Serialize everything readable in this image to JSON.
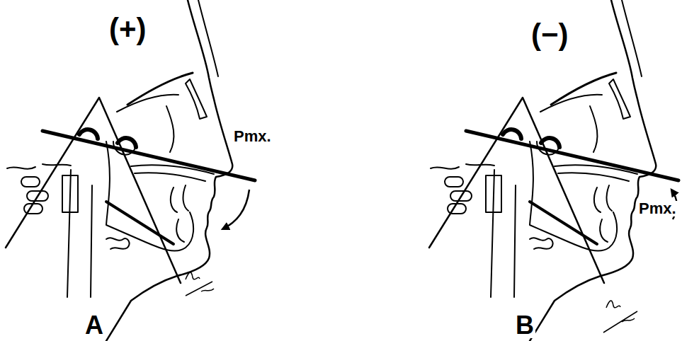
{
  "diagram": {
    "labels": [
      "(+)",
      "Pmx.",
      "A",
      "(−)",
      "Pmx.",
      "B"
    ]
  }
}
